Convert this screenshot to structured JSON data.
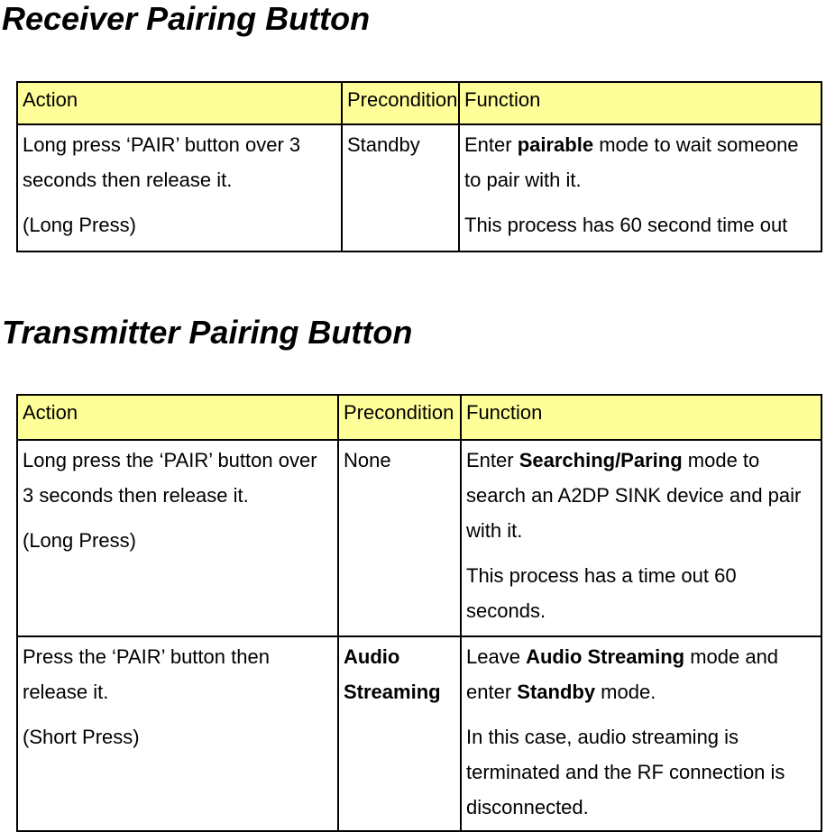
{
  "colors": {
    "page_bg": "#ffffff",
    "header_bg": "#ffff99",
    "border": "#000000",
    "text": "#000000"
  },
  "sections": [
    {
      "title": "Receiver Pairing Button",
      "table": {
        "headers": [
          "Action",
          "Precondition",
          "Function"
        ],
        "rows": [
          {
            "action": [
              [
                {
                  "t": "Long press ‘PAIR’ button over 3 seconds then release it.",
                  "b": false
                }
              ],
              [
                {
                  "t": "(Long Press)",
                  "b": false
                }
              ]
            ],
            "precondition": [
              [
                {
                  "t": "Standby",
                  "b": false
                }
              ]
            ],
            "function": [
              [
                {
                  "t": "Enter ",
                  "b": false
                },
                {
                  "t": "pairable",
                  "b": true
                },
                {
                  "t": " mode to wait someone to pair with it.",
                  "b": false
                }
              ],
              [
                {
                  "t": "This process has 60 second time out",
                  "b": false
                }
              ]
            ]
          }
        ]
      }
    },
    {
      "title": "Transmitter Pairing Button",
      "table": {
        "headers": [
          "Action",
          "Precondition",
          "Function"
        ],
        "rows": [
          {
            "action": [
              [
                {
                  "t": "Long press the ‘PAIR’ button over 3 seconds then release it.",
                  "b": false
                }
              ],
              [
                {
                  "t": "(Long Press)",
                  "b": false
                }
              ]
            ],
            "precondition": [
              [
                {
                  "t": "None",
                  "b": false
                }
              ]
            ],
            "function": [
              [
                {
                  "t": "Enter ",
                  "b": false
                },
                {
                  "t": "Searching/Paring",
                  "b": true
                },
                {
                  "t": " mode to search an A2DP SINK device and pair with it.",
                  "b": false
                }
              ],
              [
                {
                  "t": "This process has a time out 60 seconds.",
                  "b": false
                }
              ]
            ]
          },
          {
            "action": [
              [
                {
                  "t": "Press the ‘PAIR’ button then release it.",
                  "b": false
                }
              ],
              [
                {
                  "t": "(Short Press)",
                  "b": false
                }
              ]
            ],
            "precondition": [
              [
                {
                  "t": "Audio Streaming",
                  "b": true
                }
              ]
            ],
            "function": [
              [
                {
                  "t": "Leave ",
                  "b": false
                },
                {
                  "t": "Audio Streaming",
                  "b": true
                },
                {
                  "t": " mode and enter ",
                  "b": false
                },
                {
                  "t": "Standby",
                  "b": true
                },
                {
                  "t": " mode.",
                  "b": false
                }
              ],
              [
                {
                  "t": "In this case, audio streaming is terminated and the RF connection is disconnected.",
                  "b": false
                }
              ]
            ]
          }
        ]
      }
    }
  ]
}
